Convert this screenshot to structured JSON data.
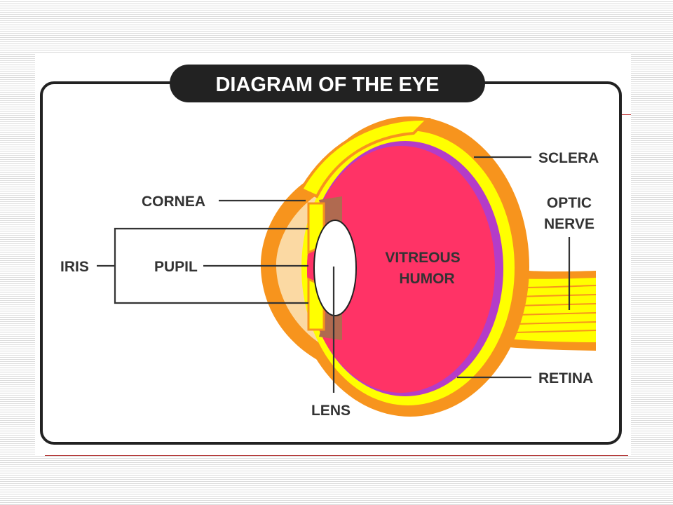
{
  "title": "DIAGRAM OF THE EYE",
  "labels": {
    "sclera": "SCLERA",
    "optic_nerve_line1": "OPTIC",
    "optic_nerve_line2": "NERVE",
    "cornea": "CORNEA",
    "iris": "IRIS",
    "pupil": "PUPIL",
    "vitreous_humor_line1": "VITREOUS",
    "vitreous_humor_line2": "HUMOR",
    "retina": "RETINA",
    "lens": "LENS"
  },
  "colors": {
    "frame": "#222222",
    "sclera": "#f7941d",
    "choroid": "#ffff00",
    "retina": "#b43cc8",
    "vitreous": "#ff3366",
    "aqueous": "#fbd9a3",
    "lens": "#ffffff",
    "optic_nerve": "#ffff00",
    "ciliary": "#b06a50"
  }
}
